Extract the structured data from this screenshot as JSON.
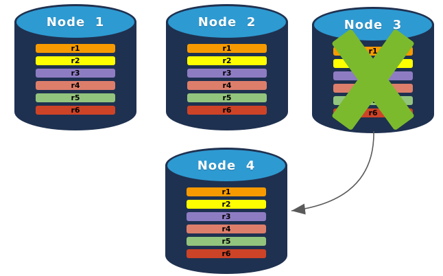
{
  "nodes": [
    {
      "title": "Node  1",
      "failed": false
    },
    {
      "title": "Node  2",
      "failed": false
    },
    {
      "title": "Node  3",
      "failed": true
    },
    {
      "title": "Node  4",
      "failed": false
    }
  ],
  "rows": [
    {
      "label": "r1",
      "color": "#F79A00"
    },
    {
      "label": "r2",
      "color": "#FEFE00"
    },
    {
      "label": "r3",
      "color": "#8E7CC3"
    },
    {
      "label": "r4",
      "color": "#DD7E6B"
    },
    {
      "label": "r5",
      "color": "#93C47D"
    },
    {
      "label": "r6",
      "color": "#CD4327"
    }
  ],
  "colors": {
    "cylinder_body": "#1F3150",
    "cylinder_top": "#2E9AD2",
    "title_text": "#FFFFFF",
    "row_text": "#000000",
    "failure_x": "#7CBA2D",
    "arrow": "#5A5A5A"
  },
  "icons": {
    "failure_x": "x-mark",
    "failover_arrow": "curved-arrow-left"
  }
}
